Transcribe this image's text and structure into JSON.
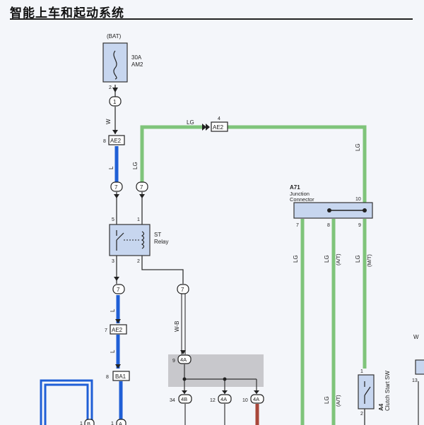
{
  "title": "智能上车和起动系统",
  "labels": {
    "bat": "(BAT)",
    "fuse_rating": "30A",
    "fuse_name": "AM2",
    "pin_2": "2",
    "pin_4": "4",
    "pin_8": "8",
    "pin_5": "5",
    "pin_1": "1",
    "pin_3": "3",
    "pin_7": "7",
    "pin_9": "9",
    "pin_10": "10",
    "pin_12": "12",
    "pin_34": "34",
    "pin_13": "13",
    "wire_W": "W",
    "wire_L": "L",
    "wire_LG": "LG",
    "wire_WB": "W-B",
    "wire_AT": "(A/T)",
    "wire_MT": "(M/T)",
    "relay_name": "ST",
    "relay_sub": "Relay",
    "jc_code": "A71",
    "jc_name": "Junction",
    "jc_sub": "Connector",
    "clutch_code": "A4",
    "clutch_name": "Clutch Start SW",
    "c_1": "1",
    "c_7": "7",
    "c_AE2": "AE2",
    "c_BA1": "BA1",
    "c_4A": "4A",
    "c_4B": "4B",
    "c_B": "B",
    "c_A": "A"
  },
  "colors": {
    "wire_blue": "#1f5fd6",
    "wire_green": "#7fc47a",
    "wire_red": "#a9473a",
    "component_fill": "#c7d6ef",
    "ground_box": "#c8c8cc"
  }
}
